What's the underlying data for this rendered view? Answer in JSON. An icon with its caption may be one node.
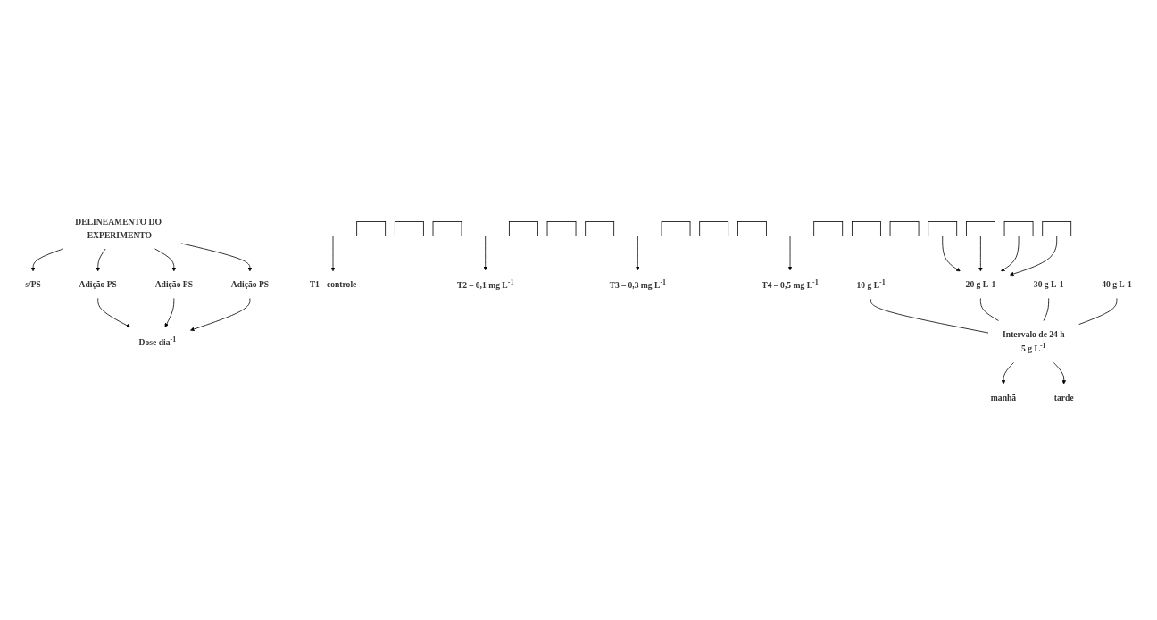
{
  "diagram": {
    "nodes": [
      {
        "text": [
          "DELINEAMENTO DO EXPERIMENTO"
        ]
      },
      {
        "text": [
          "s/PS"
        ]
      },
      {
        "text": [
          "Adição PS"
        ]
      },
      {
        "text": [
          "Adição PS"
        ]
      },
      {
        "text": [
          "Adição PS"
        ]
      },
      {
        "text": [],
        "shape": "box"
      },
      {
        "text": [],
        "shape": "box"
      },
      {
        "text": [],
        "shape": "box"
      },
      {
        "text": [],
        "shape": "box"
      },
      {
        "text": [],
        "shape": "box"
      },
      {
        "text": [],
        "shape": "box"
      },
      {
        "text": [],
        "shape": "box"
      },
      {
        "text": [],
        "shape": "box"
      },
      {
        "text": [],
        "shape": "box"
      },
      {
        "text": [],
        "shape": "box"
      },
      {
        "text": [],
        "shape": "box"
      },
      {
        "text": [],
        "shape": "box"
      },
      {
        "text": [],
        "shape": "box"
      },
      {
        "text": [],
        "shape": "box"
      },
      {
        "text": [],
        "shape": "box"
      },
      {
        "text": [],
        "shape": "box"
      },
      {
        "text": [
          "T1 - controle"
        ]
      },
      {
        "text": [
          "T2 – 0,1 mg L$^{-1}$"
        ]
      },
      {
        "text": [
          "T3 – 0,3 mg L$^{-1}$"
        ]
      },
      {
        "text": [
          "T4 – 0,5 mg L$^{-1}$"
        ]
      },
      {
        "text": [
          "Dose dia$^{-1}$"
        ]
      },
      {
        "text": [
          "10 g L$^{-1}$"
        ]
      },
      {
        "text": [
          "20 g L-1"
        ]
      },
      {
        "text": [
          "30 g L-1"
        ]
      },
      {
        "text": [
          "40 g L-1"
        ]
      },
      {
        "text": [
          "Intervalo de 24 h",
          "5 g L$^{-1}$"
        ]
      },
      {
        "text": [
          "manhã"
        ]
      },
      {
        "text": [
          "tarde"
        ]
      }
    ],
    "edges": [
      {
        "from": 0,
        "to": 1,
        "arrow": "to"
      },
      {
        "from": 0,
        "to": 2,
        "arrow": "to"
      },
      {
        "from": 0,
        "to": 3,
        "arrow": "to"
      },
      {
        "from": 0,
        "to": 4,
        "arrow": "to"
      },
      {
        "from": null,
        "to": 21,
        "arrow": "to"
      },
      {
        "from": null,
        "to": 22,
        "arrow": "to"
      },
      {
        "from": null,
        "to": 23,
        "arrow": "to"
      },
      {
        "from": null,
        "to": 24,
        "arrow": "to"
      },
      {
        "from": 2,
        "to": 25,
        "arrow": "to"
      },
      {
        "from": 3,
        "to": 25,
        "arrow": "to"
      },
      {
        "from": 4,
        "to": 25,
        "arrow": "to"
      },
      {
        "from": 5,
        "to": 27,
        "arrow": "to"
      },
      {
        "from": 9,
        "to": 27,
        "arrow": "to"
      },
      {
        "from": 13,
        "to": 27,
        "arrow": "to"
      },
      {
        "from": 17,
        "to": 27,
        "arrow": "to"
      },
      {
        "from": 26,
        "to": 30,
        "arrow": "none"
      },
      {
        "from": 27,
        "to": 30,
        "arrow": "none"
      },
      {
        "from": 28,
        "to": 30,
        "arrow": "none"
      },
      {
        "from": 29,
        "to": 30,
        "arrow": "none"
      },
      {
        "from": 30,
        "to": 31,
        "arrow": "to"
      },
      {
        "from": 30,
        "to": 32,
        "arrow": "to"
      }
    ]
  }
}
